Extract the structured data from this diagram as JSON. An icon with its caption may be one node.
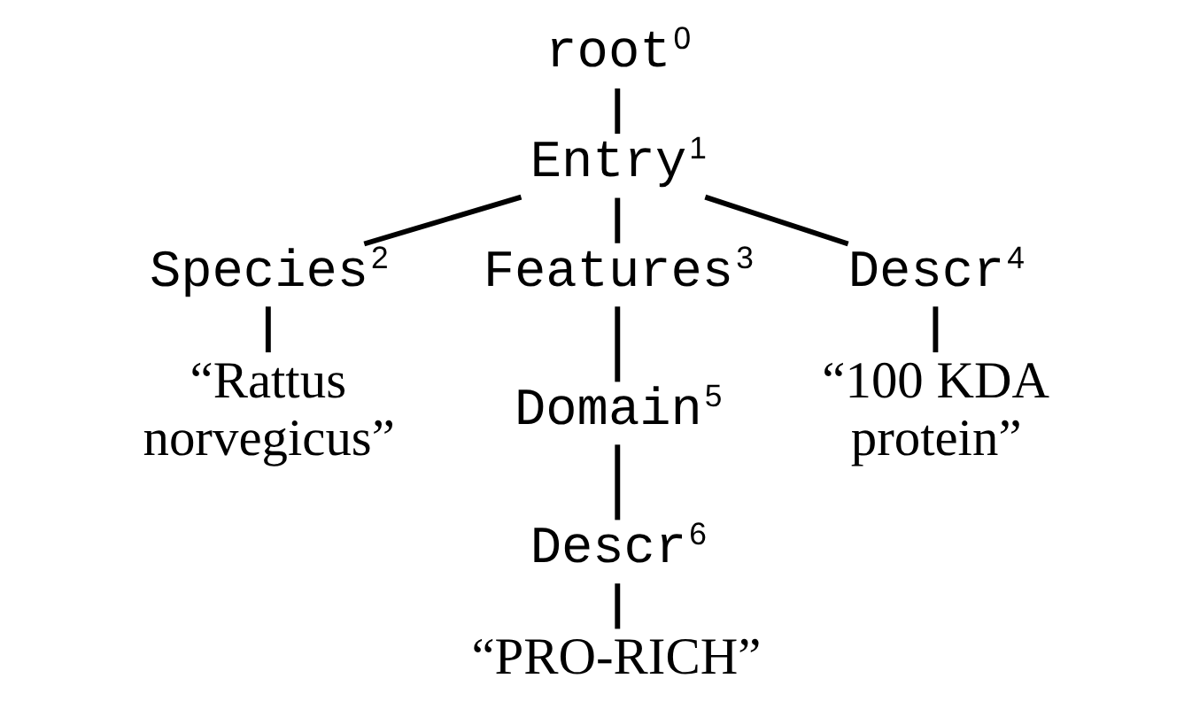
{
  "diagram": {
    "nodes": [
      {
        "text": [
          "root$^{0}$"
        ]
      },
      {
        "text": [
          "Entry$^{1}$"
        ]
      },
      {
        "text": [
          "Species$^{2}$"
        ]
      },
      {
        "text": [
          "Features$^{3}$"
        ]
      },
      {
        "text": [
          "Descr$^{4}$"
        ]
      },
      {
        "text": [
          "“Rattus norvegicus”"
        ]
      },
      {
        "text": [
          "Domain$^{5}$"
        ]
      },
      {
        "text": [
          "“100 KDA protein”"
        ]
      },
      {
        "text": [
          "Descr$^{6}$"
        ]
      },
      {
        "text": [
          "“PRO-RICH”"
        ]
      }
    ],
    "edges": [
      {
        "from": 0,
        "to": 1,
        "arrow": "none"
      },
      {
        "from": 1,
        "to": 2,
        "arrow": "none"
      },
      {
        "from": 1,
        "to": 3,
        "arrow": "none"
      },
      {
        "from": 1,
        "to": 4,
        "arrow": "none"
      },
      {
        "from": 2,
        "to": 5,
        "arrow": "none"
      },
      {
        "from": 3,
        "to": 6,
        "arrow": "none"
      },
      {
        "from": 4,
        "to": 7,
        "arrow": "none"
      },
      {
        "from": 6,
        "to": 8,
        "arrow": "none"
      },
      {
        "from": 8,
        "to": 9,
        "arrow": "none"
      }
    ]
  }
}
